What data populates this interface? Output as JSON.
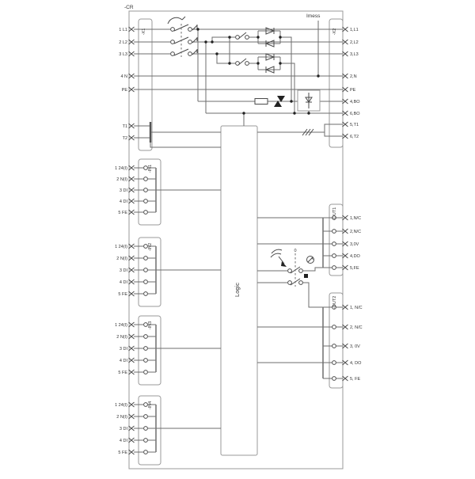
{
  "diagram": {
    "device_label": "-CR",
    "imess_label": "Imess",
    "logic_label": "Logic",
    "zero_label": "0",
    "line_color": "#6e6e6e",
    "box_color": "#9a9a9a",
    "x1": {
      "name": "-X1",
      "terminals": [
        "1 L1",
        "2 L2",
        "3 L3",
        "4 N",
        "PE"
      ],
      "thermistor": [
        "T1",
        "T2"
      ]
    },
    "x2": {
      "name": "-X2",
      "terminals": [
        "1,L1",
        "2,L2",
        "3,L3",
        "2,N",
        "PE",
        "4,BO",
        "6,BO",
        "5,T1",
        "6,T2"
      ]
    },
    "inputs": [
      {
        "name": "-IN1",
        "terminals": [
          "1 24(I)",
          "2 N(I)",
          "3 DI",
          "4 DI",
          "5 FE"
        ]
      },
      {
        "name": "-IN2",
        "terminals": [
          "1 24(I)",
          "2 N(I)",
          "3 DI",
          "4 DI",
          "5 FE"
        ]
      },
      {
        "name": "-IN3",
        "terminals": [
          "1 24(I)",
          "2 N(I)",
          "3 DI",
          "4 DI",
          "5 FE"
        ]
      },
      {
        "name": "-IN4",
        "terminals": [
          "1 24(I)",
          "2 N(I)",
          "3 DI",
          "4 DI",
          "5 FE"
        ]
      }
    ],
    "outputs": [
      {
        "name": "-OUT1",
        "terminals": [
          "1,N/C",
          "2,N/C",
          "3,0V",
          "4,DO",
          "5,FE"
        ]
      },
      {
        "name": "-OUT2",
        "terminals": [
          "1, N/C",
          "2, N/C",
          "3, 0V",
          "4, DO",
          "5, FE"
        ]
      }
    ]
  }
}
